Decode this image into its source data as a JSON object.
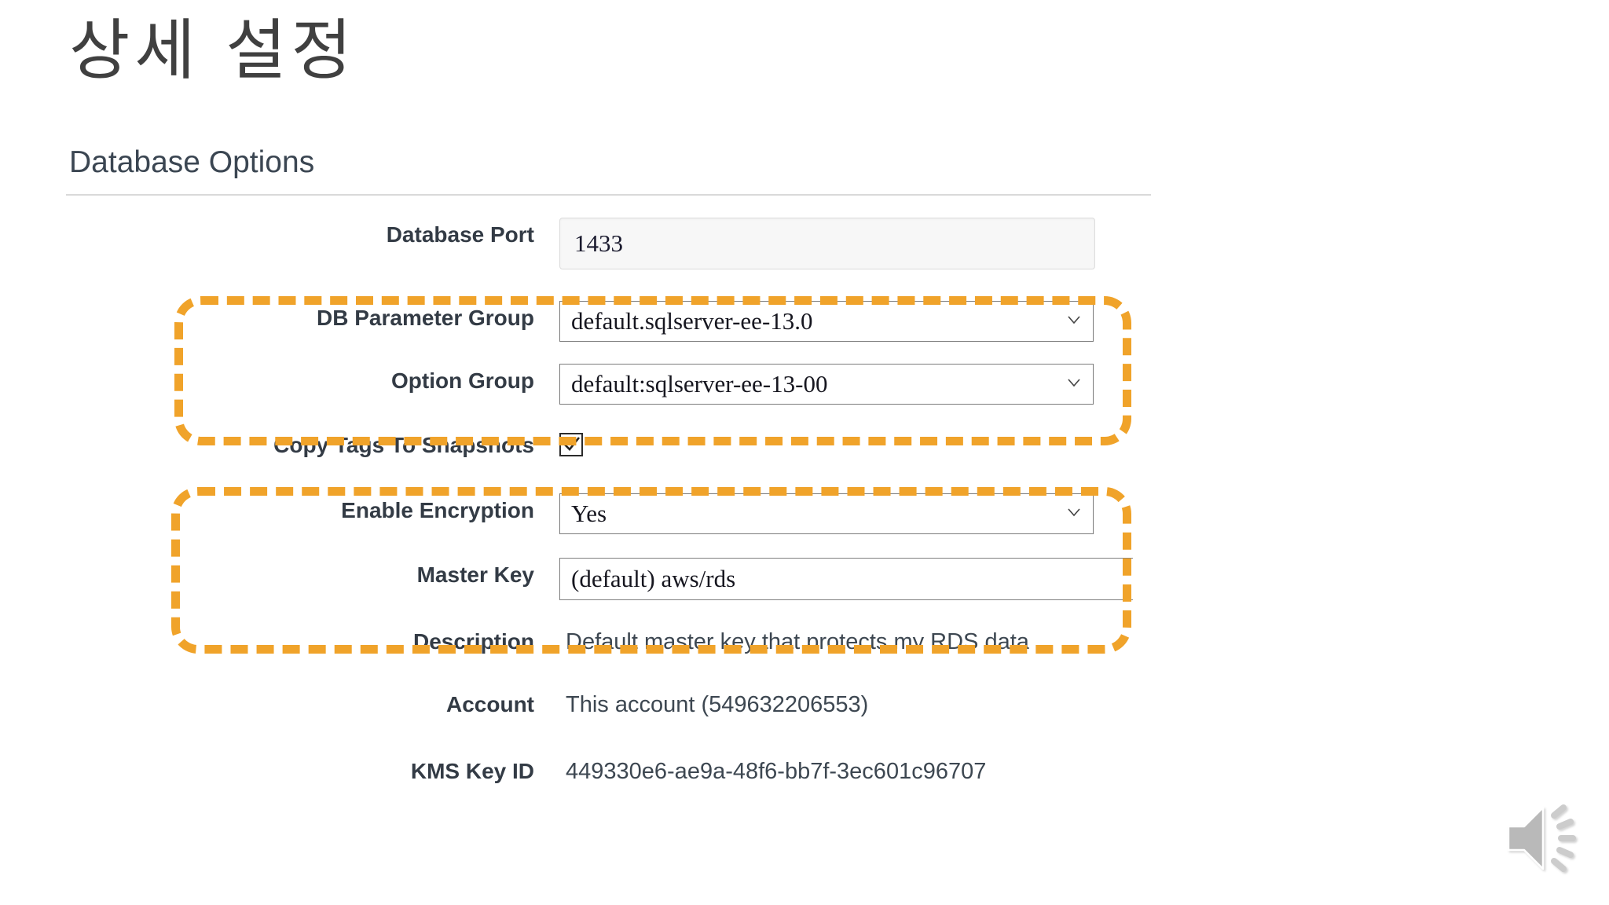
{
  "slide": {
    "title": "상세 설정"
  },
  "section": {
    "heading": "Database Options"
  },
  "fields": {
    "database_port": {
      "label": "Database Port",
      "value": "1433",
      "type": "text"
    },
    "db_parameter_group": {
      "label": "DB Parameter Group",
      "value": "default.sqlserver-ee-13.0",
      "type": "select"
    },
    "option_group": {
      "label": "Option Group",
      "value": "default:sqlserver-ee-13-00",
      "type": "select"
    },
    "copy_tags_to_snapshots": {
      "label": "Copy Tags To Snapshots",
      "checked": true,
      "type": "checkbox"
    },
    "enable_encryption": {
      "label": "Enable Encryption",
      "value": "Yes",
      "type": "select"
    },
    "master_key": {
      "label": "Master Key",
      "value": "(default) aws/rds",
      "type": "combobox"
    },
    "description": {
      "label": "Description",
      "value": "Default master key that protects my RDS data",
      "type": "static"
    },
    "account": {
      "label": "Account",
      "value": "This account (549632206553)",
      "type": "static"
    },
    "kms_key_id": {
      "label": "KMS Key ID",
      "value": "449330e6-ae9a-48f6-bb7f-3ec601c96707",
      "type": "static"
    }
  },
  "annotations": {
    "highlight_color": "#f0a32a",
    "boxes": [
      {
        "name": "parameter-groups",
        "covers": [
          "DB Parameter Group",
          "Option Group"
        ]
      },
      {
        "name": "encryption",
        "covers": [
          "Enable Encryption",
          "Master Key"
        ]
      }
    ]
  },
  "icons": {
    "speaker": "speaker-icon",
    "dropdown_chevron": "chevron-down-icon",
    "checkmark": "check-icon"
  },
  "colors": {
    "title_text": "#404040",
    "heading_text": "#3b4652",
    "label_text": "#333b45",
    "value_text": "#16161f",
    "accent_orange": "#f0a32a",
    "input_border": "#7b7b7b",
    "page_background": "#ffffff"
  }
}
